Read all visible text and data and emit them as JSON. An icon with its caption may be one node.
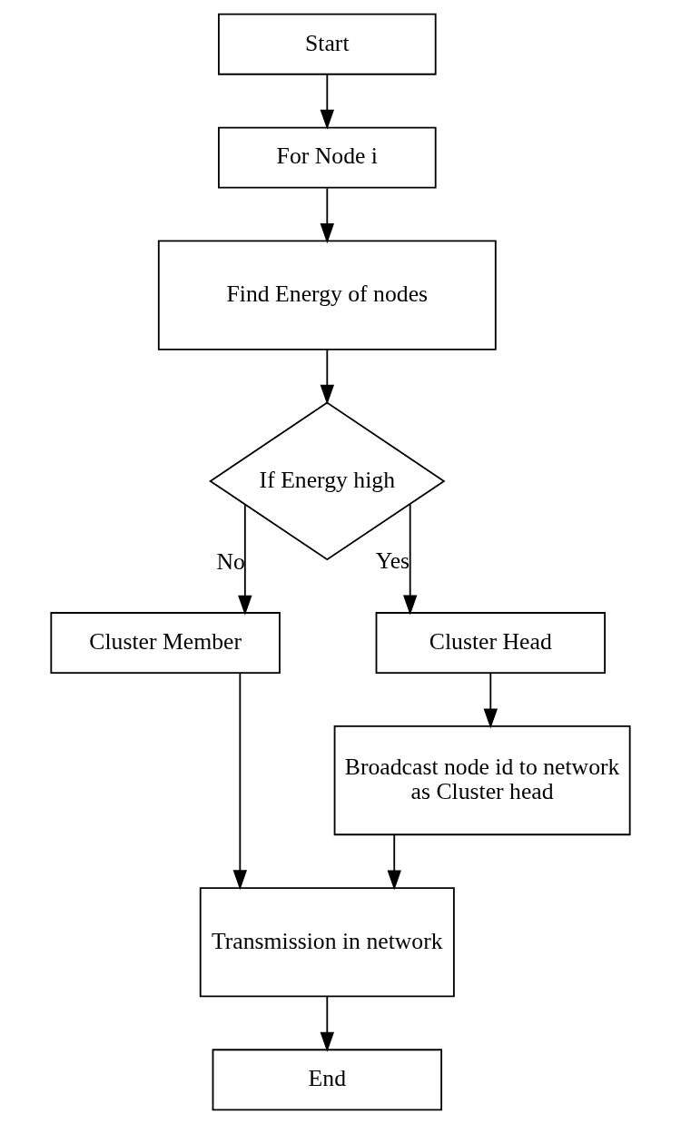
{
  "diagram": {
    "nodes": [
      {
        "text": [
          "Start"
        ]
      },
      {
        "text": [
          "For Node i"
        ]
      },
      {
        "text": [
          "Find Energy of nodes"
        ]
      },
      {
        "text": [
          "If Energy high"
        ]
      },
      {
        "text": [
          "Cluster Member"
        ]
      },
      {
        "text": [
          "Cluster Head"
        ]
      },
      {
        "text": [
          "Broadcast node id to network as Cluster head"
        ]
      },
      {
        "text": [
          "Transmission in network"
        ]
      },
      {
        "text": [
          "End"
        ]
      }
    ],
    "edges": [
      {
        "from": 0,
        "to": 1,
        "arrow": "to"
      },
      {
        "from": 1,
        "to": 2,
        "arrow": "to"
      },
      {
        "from": 2,
        "to": 3,
        "arrow": "to"
      },
      {
        "from": 3,
        "to": 4,
        "arrow": "to",
        "label": "No"
      },
      {
        "from": 3,
        "to": 5,
        "arrow": "to",
        "label": "Yes"
      },
      {
        "from": 5,
        "to": 6,
        "arrow": "to"
      },
      {
        "from": 6,
        "to": 7,
        "arrow": "to"
      },
      {
        "from": 4,
        "to": 7,
        "arrow": "to"
      },
      {
        "from": 7,
        "to": 8,
        "arrow": "to"
      }
    ]
  }
}
